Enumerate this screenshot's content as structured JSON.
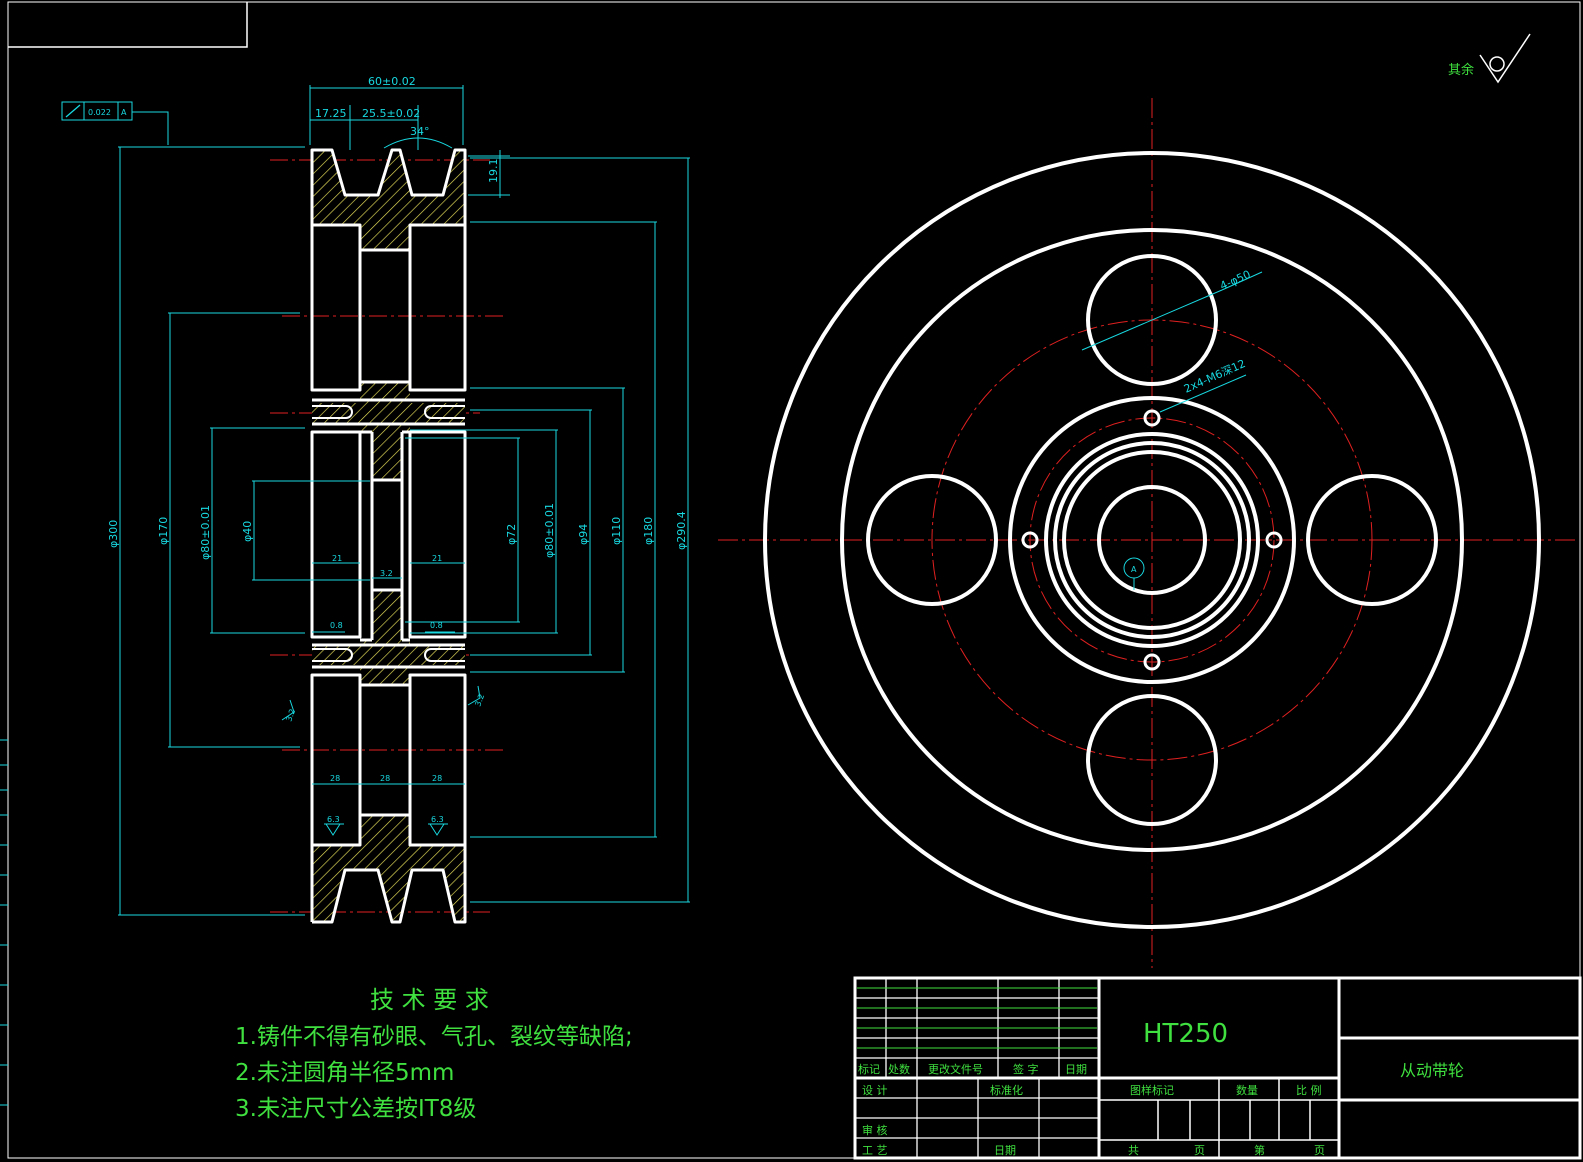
{
  "dimensions": {
    "width_total": "60±0.02",
    "d_17_25": "17.25",
    "d_25_5": "25.5±0.02",
    "groove_angle": "34°",
    "groove_depth": "19.1",
    "phi300": "φ300",
    "phi170": "φ170",
    "phi80a": "φ80±0.01",
    "phi40": "φ40",
    "phi72": "φ72",
    "phi80b": "φ80±0.01",
    "phi94": "φ94",
    "phi110": "φ110",
    "phi180": "φ180",
    "phi290_4": "φ290.4",
    "w21a": "21",
    "w21b": "21",
    "w3": "3.2",
    "ch_a": "0.8",
    "ch_b": "0.8",
    "w28a": "28",
    "w28b": "28",
    "w28c": "28",
    "rough_a": "6.3",
    "rough_b": "6.3",
    "rough_c": "3.2",
    "rough_d": "3.2",
    "holes": "4-φ50",
    "threads": "2x4-M6深12",
    "datum": "A",
    "tol_value": "0.022",
    "tol_datum": "A",
    "rough_other": "其余"
  },
  "tech_req": {
    "title": "技 术 要 求",
    "items": [
      "1.铸件不得有砂眼、气孔、裂纹等缺陷;",
      "2.未注圆角半径5mm",
      "3.未注尺寸公差按IT8级"
    ]
  },
  "title_block": {
    "material": "HT250",
    "part_name": "从动带轮",
    "row_labels": [
      "标记",
      "处数",
      "更改文件号",
      "签 字",
      "日期"
    ],
    "design": "设 计",
    "standard": "标准化",
    "review": "审 核",
    "process": "工 艺",
    "date": "日期",
    "stage_mark": "图样标记",
    "quantity": "数量",
    "scale": "比 例",
    "total": "共",
    "sheet": "页",
    "number": "第",
    "page": "页"
  },
  "colors": {
    "outline": "#ffffff",
    "dimension": "#18d8e0",
    "centerline": "#e02020",
    "text": "#3fe03f",
    "hatch": "#e8e05a"
  }
}
